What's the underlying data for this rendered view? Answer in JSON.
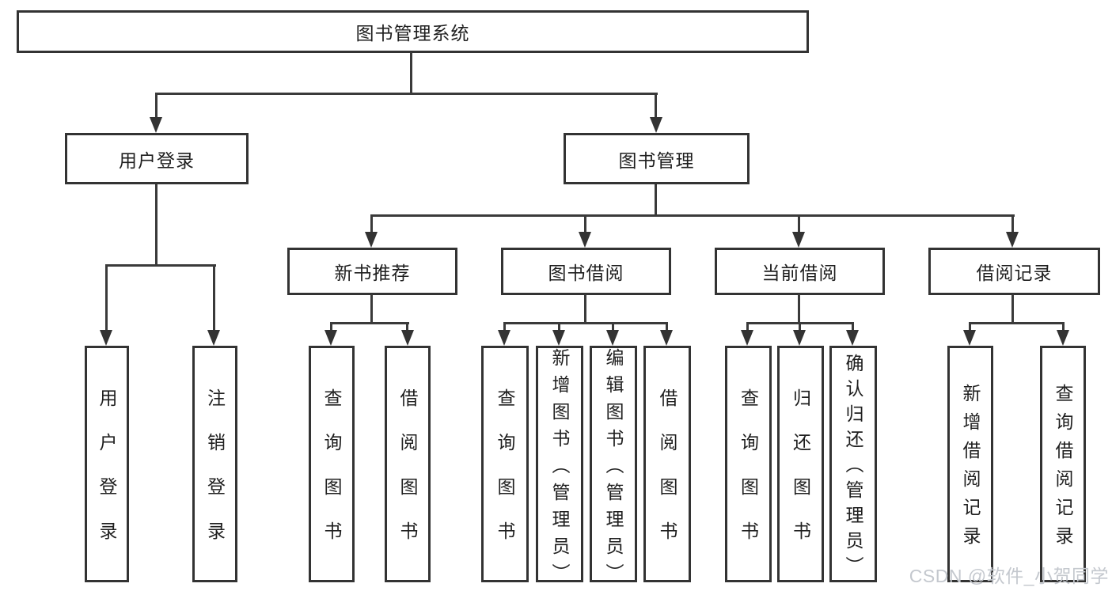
{
  "tree": {
    "root": {
      "label": "图书管理系统"
    },
    "user_login": {
      "label": "用户登录",
      "children": [
        {
          "label": "用户登录"
        },
        {
          "label": "注销登录"
        }
      ]
    },
    "book_mgmt": {
      "label": "图书管理",
      "sections": [
        {
          "label": "新书推荐",
          "children": [
            {
              "label": "查询图书"
            },
            {
              "label": "借阅图书"
            }
          ]
        },
        {
          "label": "图书借阅",
          "children": [
            {
              "label": "查询图书"
            },
            {
              "label": "新增图书（管理员）"
            },
            {
              "label": "编辑图书（管理员）"
            },
            {
              "label": "借阅图书"
            }
          ]
        },
        {
          "label": "当前借阅",
          "children": [
            {
              "label": "查询图书"
            },
            {
              "label": "归还图书"
            },
            {
              "label": "确认归还（管理员）"
            }
          ]
        },
        {
          "label": "借阅记录",
          "children": [
            {
              "label": "新增借阅记录"
            },
            {
              "label": "查询借阅记录"
            }
          ]
        }
      ]
    }
  },
  "watermark": {
    "text": "CSDN @软件_小贺同学"
  },
  "colors": {
    "background": "#ffffff",
    "box_border": "#333333",
    "connector_line": "#3a3a3a",
    "text": "#1f1f1f",
    "watermark_text": "#c4c8ce"
  }
}
